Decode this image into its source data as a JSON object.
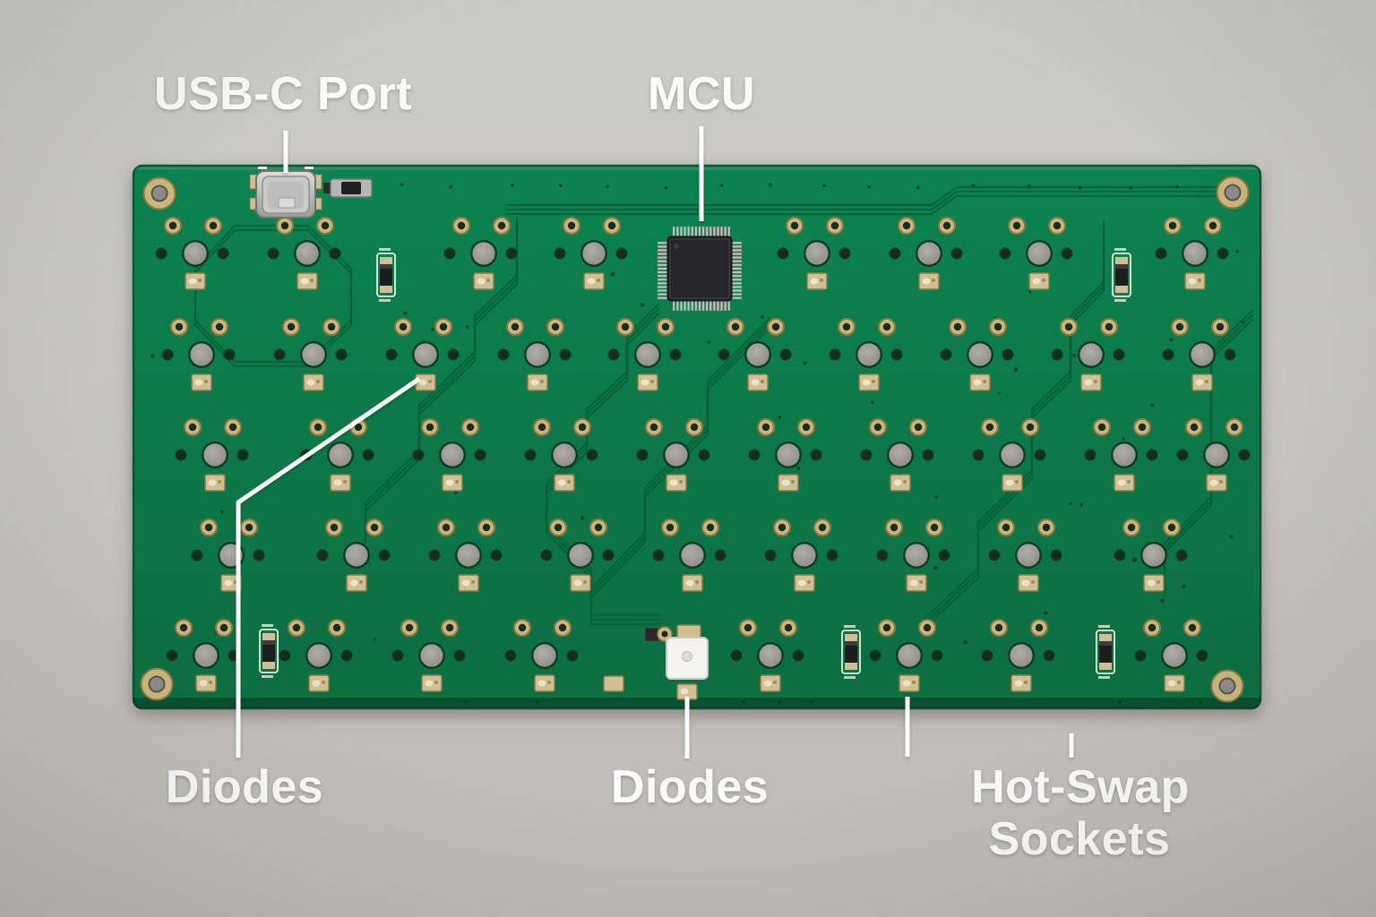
{
  "annotations": {
    "usb_c_port": {
      "label": "USB-C Port"
    },
    "mcu": {
      "label": "MCU"
    },
    "diodes_left": {
      "label": "Diodes"
    },
    "diodes_center": {
      "label": "Diodes"
    },
    "hot_swap": {
      "line1": "Hot-Swap",
      "line2": "Sockets"
    }
  },
  "colors": {
    "background_top": "#cdcbc7",
    "background_bottom": "#bfbcb8",
    "board_green_top": "#118251",
    "board_green_bottom": "#0a6e42",
    "board_edge": "#0a5434",
    "trace_green": "#066038",
    "gold": "#c9b77c",
    "gold_dark": "#8d7a42",
    "pad_gold": "#cfbf94",
    "pad_light": "#ece2c6",
    "hole_rim": "#0c3b26",
    "hole_gray": "#97968f",
    "dark_hole": "#142d1f",
    "mcu_body": "#26262a",
    "pin_silver": "#bcc2bd",
    "usb_silver": "#c6c7c5",
    "silkscreen_white": "#eceae4",
    "label_white": "#fbfaf8"
  }
}
